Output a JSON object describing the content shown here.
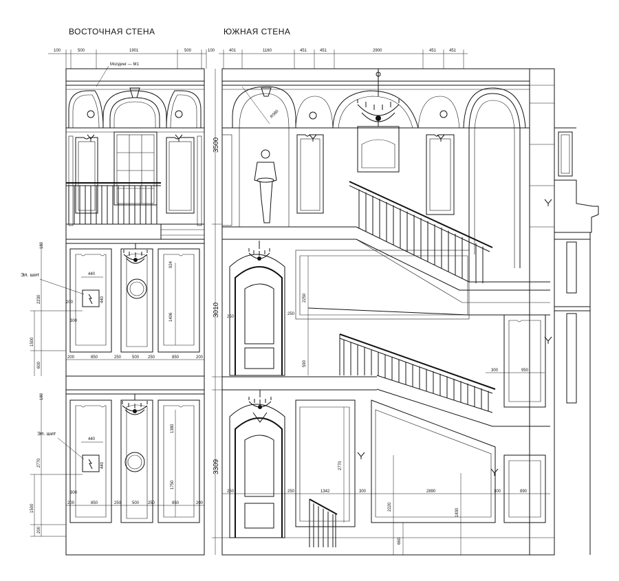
{
  "titles": {
    "east": "ВОСТОЧНАЯ СТЕНА",
    "south": "ЮЖНАЯ СТЕНА"
  },
  "notes": {
    "molding": "Молдинг — М1",
    "panel_label": "Эл. шит"
  },
  "top_dims_east": [
    "100",
    "500",
    "1901",
    "500",
    "100"
  ],
  "top_dims_south": [
    "401",
    "1160",
    "451",
    "451",
    "2900",
    "451",
    "451"
  ],
  "levels": [
    "3500",
    "3010",
    "3309"
  ],
  "east_mid_dims": {
    "left_v": [
      "180",
      "2230",
      "1500",
      "600"
    ],
    "inner": [
      "440",
      "440",
      "200",
      "300",
      "1406",
      "924"
    ],
    "bottom": [
      "200",
      "850",
      "250",
      "500",
      "250",
      "850",
      "200"
    ]
  },
  "east_low_dims": {
    "left_v": [
      "180",
      "2770",
      "1500",
      "200"
    ],
    "inner": [
      "440",
      "440",
      "300",
      "1750",
      "1380"
    ],
    "bottom": [
      "200",
      "850",
      "250",
      "500",
      "250",
      "850",
      "200"
    ]
  },
  "south_mid_dims": [
    "250",
    "250",
    "2250",
    "590",
    "300",
    "950"
  ],
  "south_low_dims": [
    "250",
    "250",
    "1342",
    "300",
    "2890",
    "300",
    "890",
    "2770",
    "2220",
    "1830",
    "660"
  ],
  "arch_radius": "R580"
}
